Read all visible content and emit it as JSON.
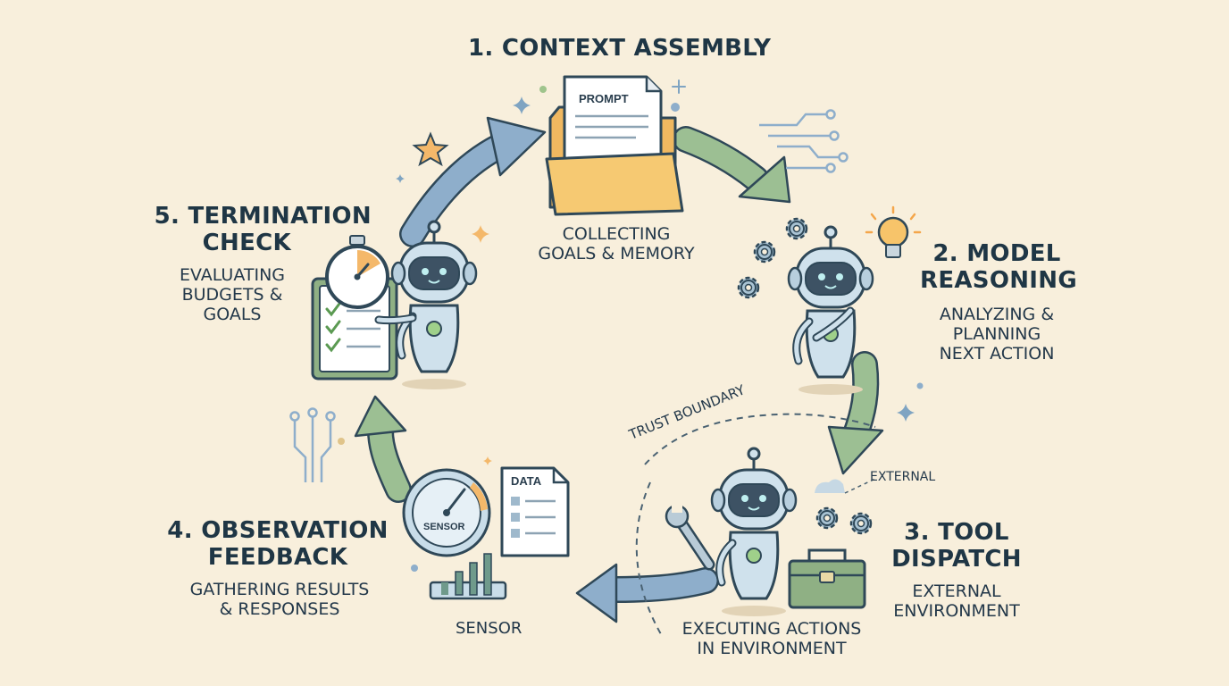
{
  "stages": [
    {
      "title": "1. CONTEXT ASSEMBLY",
      "subtitle": [
        "COLLECTING",
        "GOALS & MEMORY"
      ]
    },
    {
      "title": [
        "2. MODEL",
        "REASONING"
      ],
      "subtitle": [
        "ANALYZING &",
        "PLANNING",
        "NEXT ACTION"
      ]
    },
    {
      "title": [
        "3. TOOL",
        "DISPATCH"
      ],
      "subtitle": [
        "EXTERNAL",
        "ENVIRONMENT"
      ]
    },
    {
      "title": [
        "4. OBSERVATION",
        "FEEDBACK"
      ],
      "subtitle": [
        "GATHERING RESULTS",
        "& RESPONSES"
      ]
    },
    {
      "title": [
        "5. TERMINATION",
        "CHECK"
      ],
      "subtitle": [
        "EVALUATING",
        "BUDGETS &",
        "GOALS"
      ]
    }
  ],
  "labels": {
    "prompt": "PROMPT",
    "data": "DATA",
    "sensor_gauge": "SENSOR",
    "sensor_caption": "SENSOR",
    "trust_boundary": "TRUST BOUNDARY",
    "external_tag": "EXTERNAL",
    "executing": [
      "EXECUTING ACTIONS",
      "IN ENVIRONMENT"
    ]
  },
  "colors": {
    "background": "#f8efdc",
    "arrow_blue": "#8eaecb",
    "arrow_green": "#9cbf93",
    "robot_body": "#cfe1ec",
    "outline": "#2f4858",
    "folder": "#f6c972",
    "accent_orange": "#f4b86a"
  }
}
